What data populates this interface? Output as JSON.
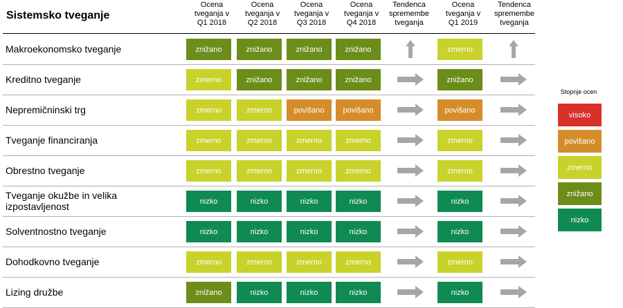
{
  "title": "Sistemsko tveganje",
  "columns": [
    "Ocena\ntveganja v\nQ1 2018",
    "Ocena\ntveganja v\nQ2 2018",
    "Ocena\ntveganja v\nQ3 2018",
    "Ocena\ntveganja v\nQ4 2018",
    "Tendenca\nspremembe\ntveganja",
    "Ocena\ntveganja v\nQ1 2019",
    "Tendenca\nspremembe\ntveganja"
  ],
  "levels": {
    "visoko": {
      "bg": "#d7312a",
      "fg": "#ffffff"
    },
    "povišano": {
      "bg": "#d58d2b",
      "fg": "#ffffff"
    },
    "zmerno": {
      "bg": "#c8d22a",
      "fg": "#ffffff"
    },
    "znižano": {
      "bg": "#6d8d1a",
      "fg": "#ffffff"
    },
    "nizko": {
      "bg": "#0f8a52",
      "fg": "#ffffff"
    }
  },
  "arrow_color": "#a6a6a6",
  "rows": [
    {
      "label": "Makroekonomsko tveganje",
      "q1_2018": "znižano",
      "q2_2018": "znižano",
      "q3_2018": "znižano",
      "q4_2018": "znižano",
      "trend1": "up",
      "q1_2019": "zmerno",
      "trend2": "up"
    },
    {
      "label": "Kreditno tveganje",
      "q1_2018": "zmerno",
      "q2_2018": "znižano",
      "q3_2018": "znižano",
      "q4_2018": "znižano",
      "trend1": "right",
      "q1_2019": "znižano",
      "trend2": "right"
    },
    {
      "label": "Nepremičninski trg",
      "q1_2018": "zmerno",
      "q2_2018": "zmerno",
      "q3_2018": "povišano",
      "q4_2018": "povišano",
      "trend1": "right",
      "q1_2019": "povišano",
      "trend2": "right"
    },
    {
      "label": "Tveganje financiranja",
      "q1_2018": "zmerno",
      "q2_2018": "zmerno",
      "q3_2018": "zmerno",
      "q4_2018": "zmerno",
      "trend1": "right",
      "q1_2019": "zmerno",
      "trend2": "right"
    },
    {
      "label": "Obrestno tveganje",
      "q1_2018": "zmerno",
      "q2_2018": "zmerno",
      "q3_2018": "zmerno",
      "q4_2018": "zmerno",
      "trend1": "right",
      "q1_2019": "zmerno",
      "trend2": "right"
    },
    {
      "label": "Tveganje okužbe in velika\nizpostavljenost",
      "q1_2018": "nizko",
      "q2_2018": "nizko",
      "q3_2018": "nizko",
      "q4_2018": "nizko",
      "trend1": "right",
      "q1_2019": "nizko",
      "trend2": "right"
    },
    {
      "label": "Solventnostno tveganje",
      "q1_2018": "nizko",
      "q2_2018": "nizko",
      "q3_2018": "nizko",
      "q4_2018": "nizko",
      "trend1": "right",
      "q1_2019": "nizko",
      "trend2": "right"
    },
    {
      "label": "Dohodkovno tveganje",
      "q1_2018": "zmerno",
      "q2_2018": "zmerno",
      "q3_2018": "zmerno",
      "q4_2018": "zmerno",
      "trend1": "right",
      "q1_2019": "zmerno",
      "trend2": "right"
    },
    {
      "label": "Lizing družbe",
      "q1_2018": "znižano",
      "q2_2018": "nizko",
      "q3_2018": "nizko",
      "q4_2018": "nizko",
      "trend1": "right",
      "q1_2019": "nizko",
      "trend2": "right"
    }
  ],
  "legend": {
    "title": "Stopnje ocen",
    "items": [
      "visoko",
      "povišano",
      "zmerno",
      "znižano",
      "nizko"
    ]
  }
}
